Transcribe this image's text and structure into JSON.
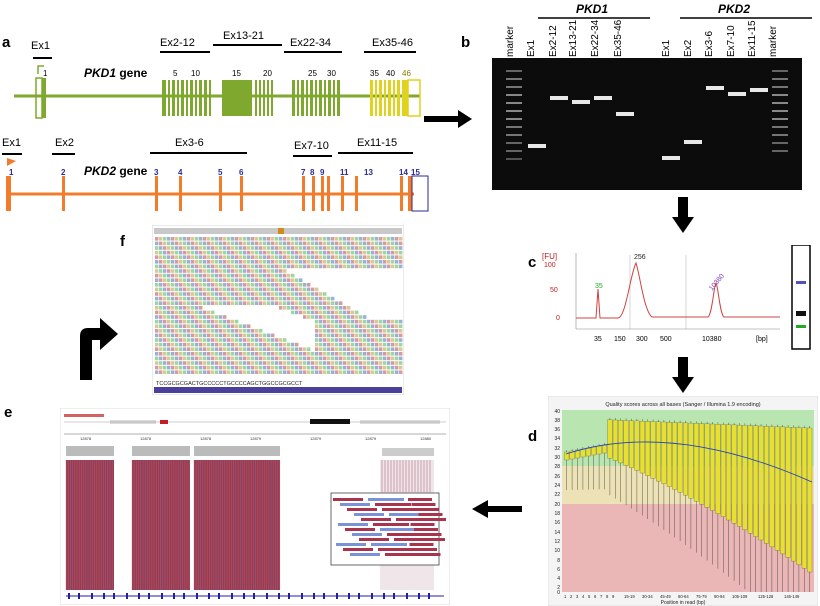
{
  "panels": {
    "a": "a",
    "b": "b",
    "c": "c",
    "d": "d",
    "e": "e",
    "f": "f"
  },
  "a": {
    "pkd1_gene": "PKD1",
    "pkd2_gene": "PKD2",
    "gene_suffix": " gene",
    "pkd1_amplicons": [
      "Ex1",
      "Ex2-12",
      "Ex13-21",
      "Ex22-34",
      "Ex35-46"
    ],
    "pkd1_exon_numbers": [
      "1",
      "5",
      "10",
      "15",
      "20",
      "25",
      "30",
      "35",
      "40",
      "46"
    ],
    "pkd2_amplicons": [
      "Ex1",
      "Ex2",
      "Ex3-6",
      "Ex7-10",
      "Ex11-15"
    ],
    "pkd2_exon_numbers": [
      "1",
      "2",
      "3",
      "4",
      "5",
      "6",
      "7",
      "8",
      "9",
      "11",
      "13",
      "14",
      "15"
    ],
    "colors": {
      "pkd1": "#7fa82e",
      "pkd1_tail": "#e0d31e",
      "pkd2": "#f07c2c",
      "pkd2_numbers": "#2a2a9a"
    }
  },
  "b": {
    "group_pkd1": "PKD1",
    "group_pkd2": "PKD2",
    "lanes": [
      "marker",
      "Ex1",
      "Ex2-12",
      "Ex13-21",
      "Ex22-34",
      "Ex35-46",
      "Ex1",
      "Ex2",
      "Ex3-6",
      "Ex7-10",
      "Ex11-15",
      "marker"
    ]
  },
  "c": {
    "yunit": "[FU]",
    "yticks": [
      "100",
      "50",
      "0"
    ],
    "xticks": [
      "35",
      "150",
      "300",
      "500",
      "10380"
    ],
    "xunit": "[bp]",
    "peaks": [
      "35",
      "256",
      "10380"
    ],
    "peak_colors": [
      "#22aa22",
      "#222222",
      "#7a3fb5"
    ]
  },
  "d": {
    "title": "Quality scores across all bases (Sanger / Illumina 1.9 encoding)",
    "xlabel": "Position in read (bp)",
    "yticks": [
      "40",
      "38",
      "36",
      "34",
      "32",
      "30",
      "28",
      "26",
      "24",
      "22",
      "20",
      "18",
      "16",
      "14",
      "12",
      "10",
      "8",
      "6",
      "4",
      "2",
      "0"
    ],
    "xticks": [
      "1",
      "2",
      "3",
      "4",
      "5",
      "6",
      "7",
      "8",
      "9",
      "15-19",
      "30-34",
      "45-49",
      "60-64",
      "75-79",
      "90-94",
      "105-109",
      "125-128",
      "145-149"
    ]
  },
  "e": {
    "ruler_ticks": [
      "12878",
      "12878",
      "12878",
      "12879",
      "12879",
      "12879",
      "12880"
    ]
  },
  "f": {
    "sequence": "TCCGCGCGACTGCCCCCTGCCCCAGCTGGCCGCGCCT"
  }
}
